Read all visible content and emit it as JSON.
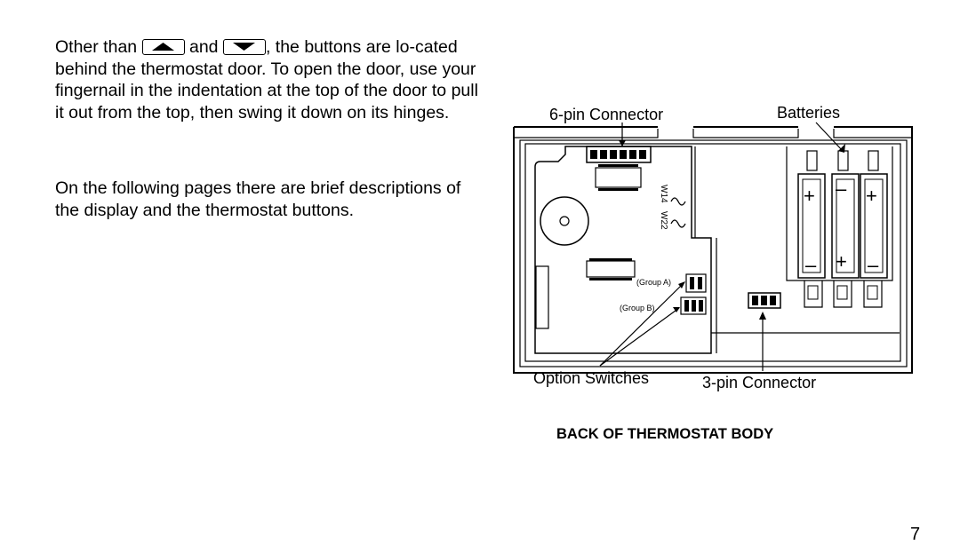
{
  "text": {
    "p1_a": "Other than",
    "p1_b": "and",
    "p1_c": ", the buttons are lo-cated behind the thermostat door.  To open the door, use your fingernail in the indentation at the top of the door to pull it out from the top, then swing it down on its hinges.",
    "p2": "On the following pages there are brief descriptions of the display and the thermostat buttons."
  },
  "icons": {
    "up_key": "up-arrow-key-icon",
    "down_key": "down-arrow-key-icon"
  },
  "diagram": {
    "label_6pin": "6-pin Connector",
    "label_batteries": "Batteries",
    "label_w14": "W14",
    "label_w22": "W22",
    "label_group_a": "(Group A)",
    "label_group_b": "(Group B)",
    "label_option_switches": "Option Switches",
    "label_3pin": "3-pin Connector",
    "plus": "+",
    "minus": "–"
  },
  "caption": "BACK OF THERMOSTAT BODY",
  "page_number": "7"
}
